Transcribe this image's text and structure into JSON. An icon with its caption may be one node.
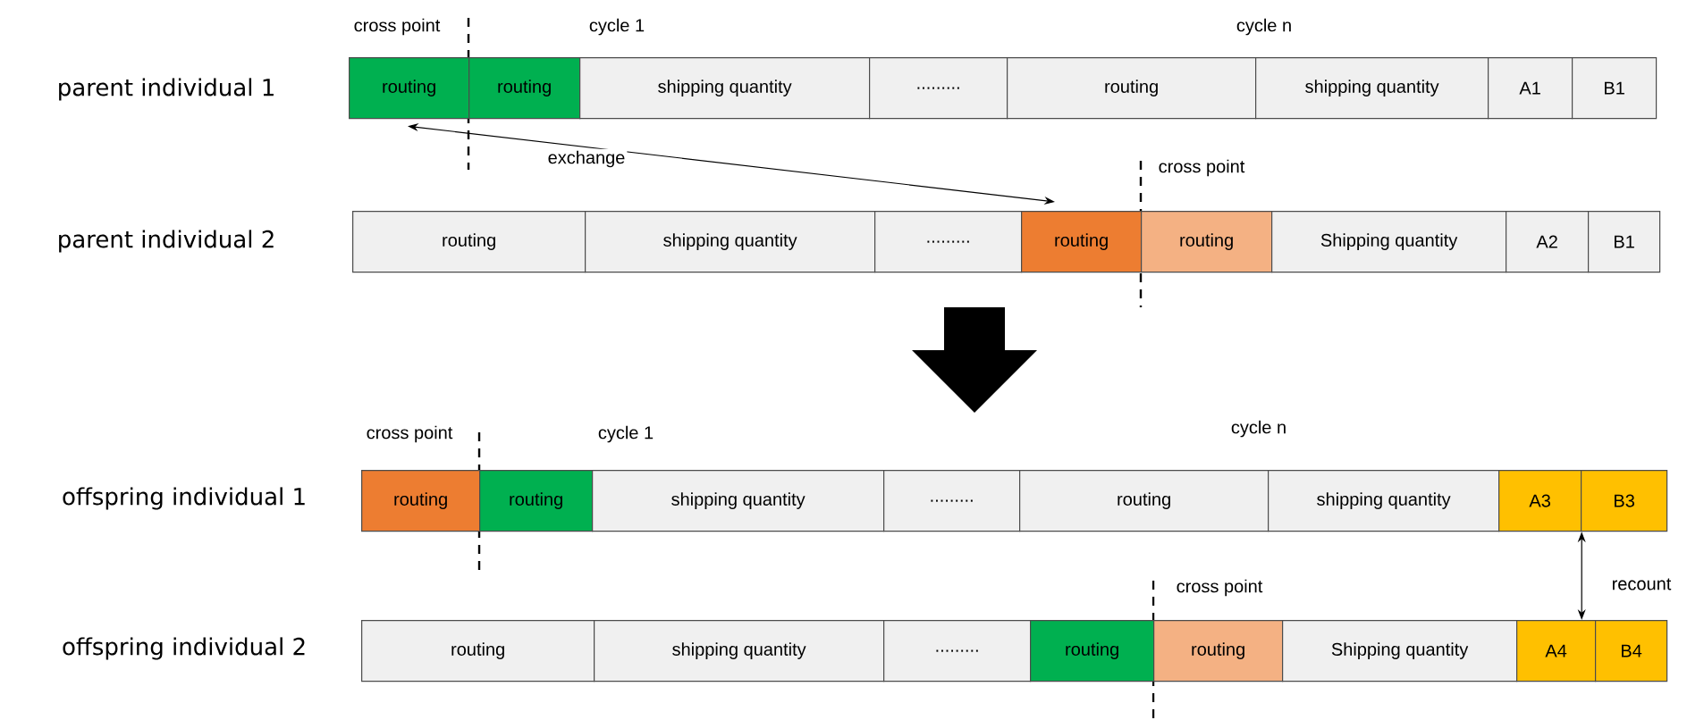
{
  "diagram": {
    "nodes": [
      {
        "text": [
          "routing"
        ]
      },
      {
        "text": [
          "routing"
        ]
      },
      {
        "text": [
          "shipping quantity"
        ]
      },
      {
        "text": [
          "........."
        ]
      },
      {
        "text": [
          "routing"
        ]
      },
      {
        "text": [
          "shipping quantity"
        ]
      },
      {
        "text": [
          "A1"
        ]
      },
      {
        "text": [
          "B1"
        ]
      },
      {
        "text": [
          "routing"
        ]
      },
      {
        "text": [
          "shipping quantity"
        ]
      },
      {
        "text": [
          "........."
        ]
      },
      {
        "text": [
          "routing"
        ]
      },
      {
        "text": [
          "routing"
        ]
      },
      {
        "text": [
          "Shipping quantity"
        ]
      },
      {
        "text": [
          "A2"
        ]
      },
      {
        "text": [
          "B1"
        ]
      },
      {
        "text": [
          "routing"
        ]
      },
      {
        "text": [
          "routing"
        ]
      },
      {
        "text": [
          "shipping quantity"
        ]
      },
      {
        "text": [
          "........."
        ]
      },
      {
        "text": [
          "routing"
        ]
      },
      {
        "text": [
          "shipping quantity"
        ]
      },
      {
        "text": [
          "A3"
        ]
      },
      {
        "text": [
          "B3"
        ]
      },
      {
        "text": [
          "routing"
        ]
      },
      {
        "text": [
          "shipping quantity"
        ]
      },
      {
        "text": [
          "........."
        ]
      },
      {
        "text": [
          "routing"
        ]
      },
      {
        "text": [
          "routing"
        ]
      },
      {
        "text": [
          "Shipping quantity"
        ]
      },
      {
        "text": [
          "A4"
        ]
      },
      {
        "text": [
          "B4"
        ]
      }
    ],
    "edges": [
      {
        "from": 11,
        "to": 0,
        "arrow": "both",
        "label": "exchange"
      },
      {
        "from": 22,
        "to": 30,
        "arrow": "both",
        "label": "recount"
      }
    ],
    "labels": [
      "cross point",
      "cycle 1",
      "cycle n",
      "parent individual 1",
      "cross point",
      "parent individual 2",
      "cross point",
      "cycle 1",
      "cycle n",
      "offspring individual 1",
      "cross point",
      "offspring individual 2"
    ]
  }
}
